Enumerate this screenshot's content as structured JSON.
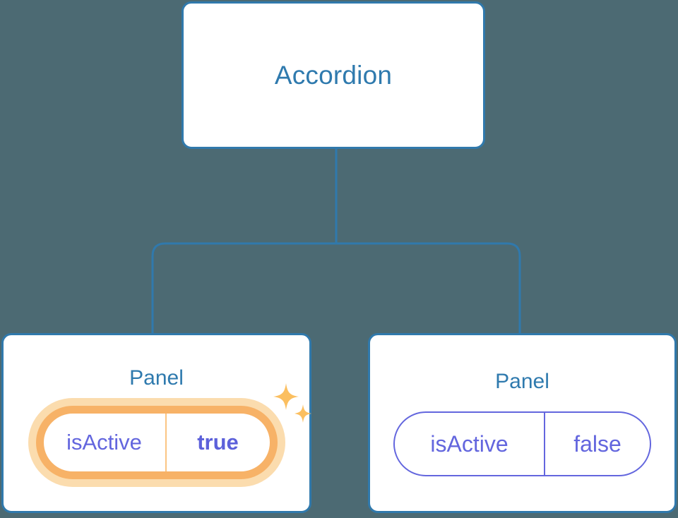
{
  "diagram": {
    "type": "component-tree",
    "background_color": "#4C6A73",
    "connector_color": "#3079AC",
    "root": {
      "label": "Accordion"
    },
    "children": [
      {
        "label": "Panel",
        "highlighted": true,
        "sparkle_icon": "sparkles-icon",
        "prop": {
          "key": "isActive",
          "value": "true",
          "key_color": "#6366DE",
          "value_color": "#5C60DA",
          "border_color": "#F7B267",
          "glow_color": "#FBDCAE"
        }
      },
      {
        "label": "Panel",
        "highlighted": false,
        "prop": {
          "key": "isActive",
          "value": "false",
          "key_color": "#6366DE",
          "value_color": "#6366DE",
          "border_color": "#6366DE"
        }
      }
    ],
    "card_border_color": "#3079AC",
    "card_background": "#FFFFFF",
    "title_color": "#2F7AAE"
  }
}
